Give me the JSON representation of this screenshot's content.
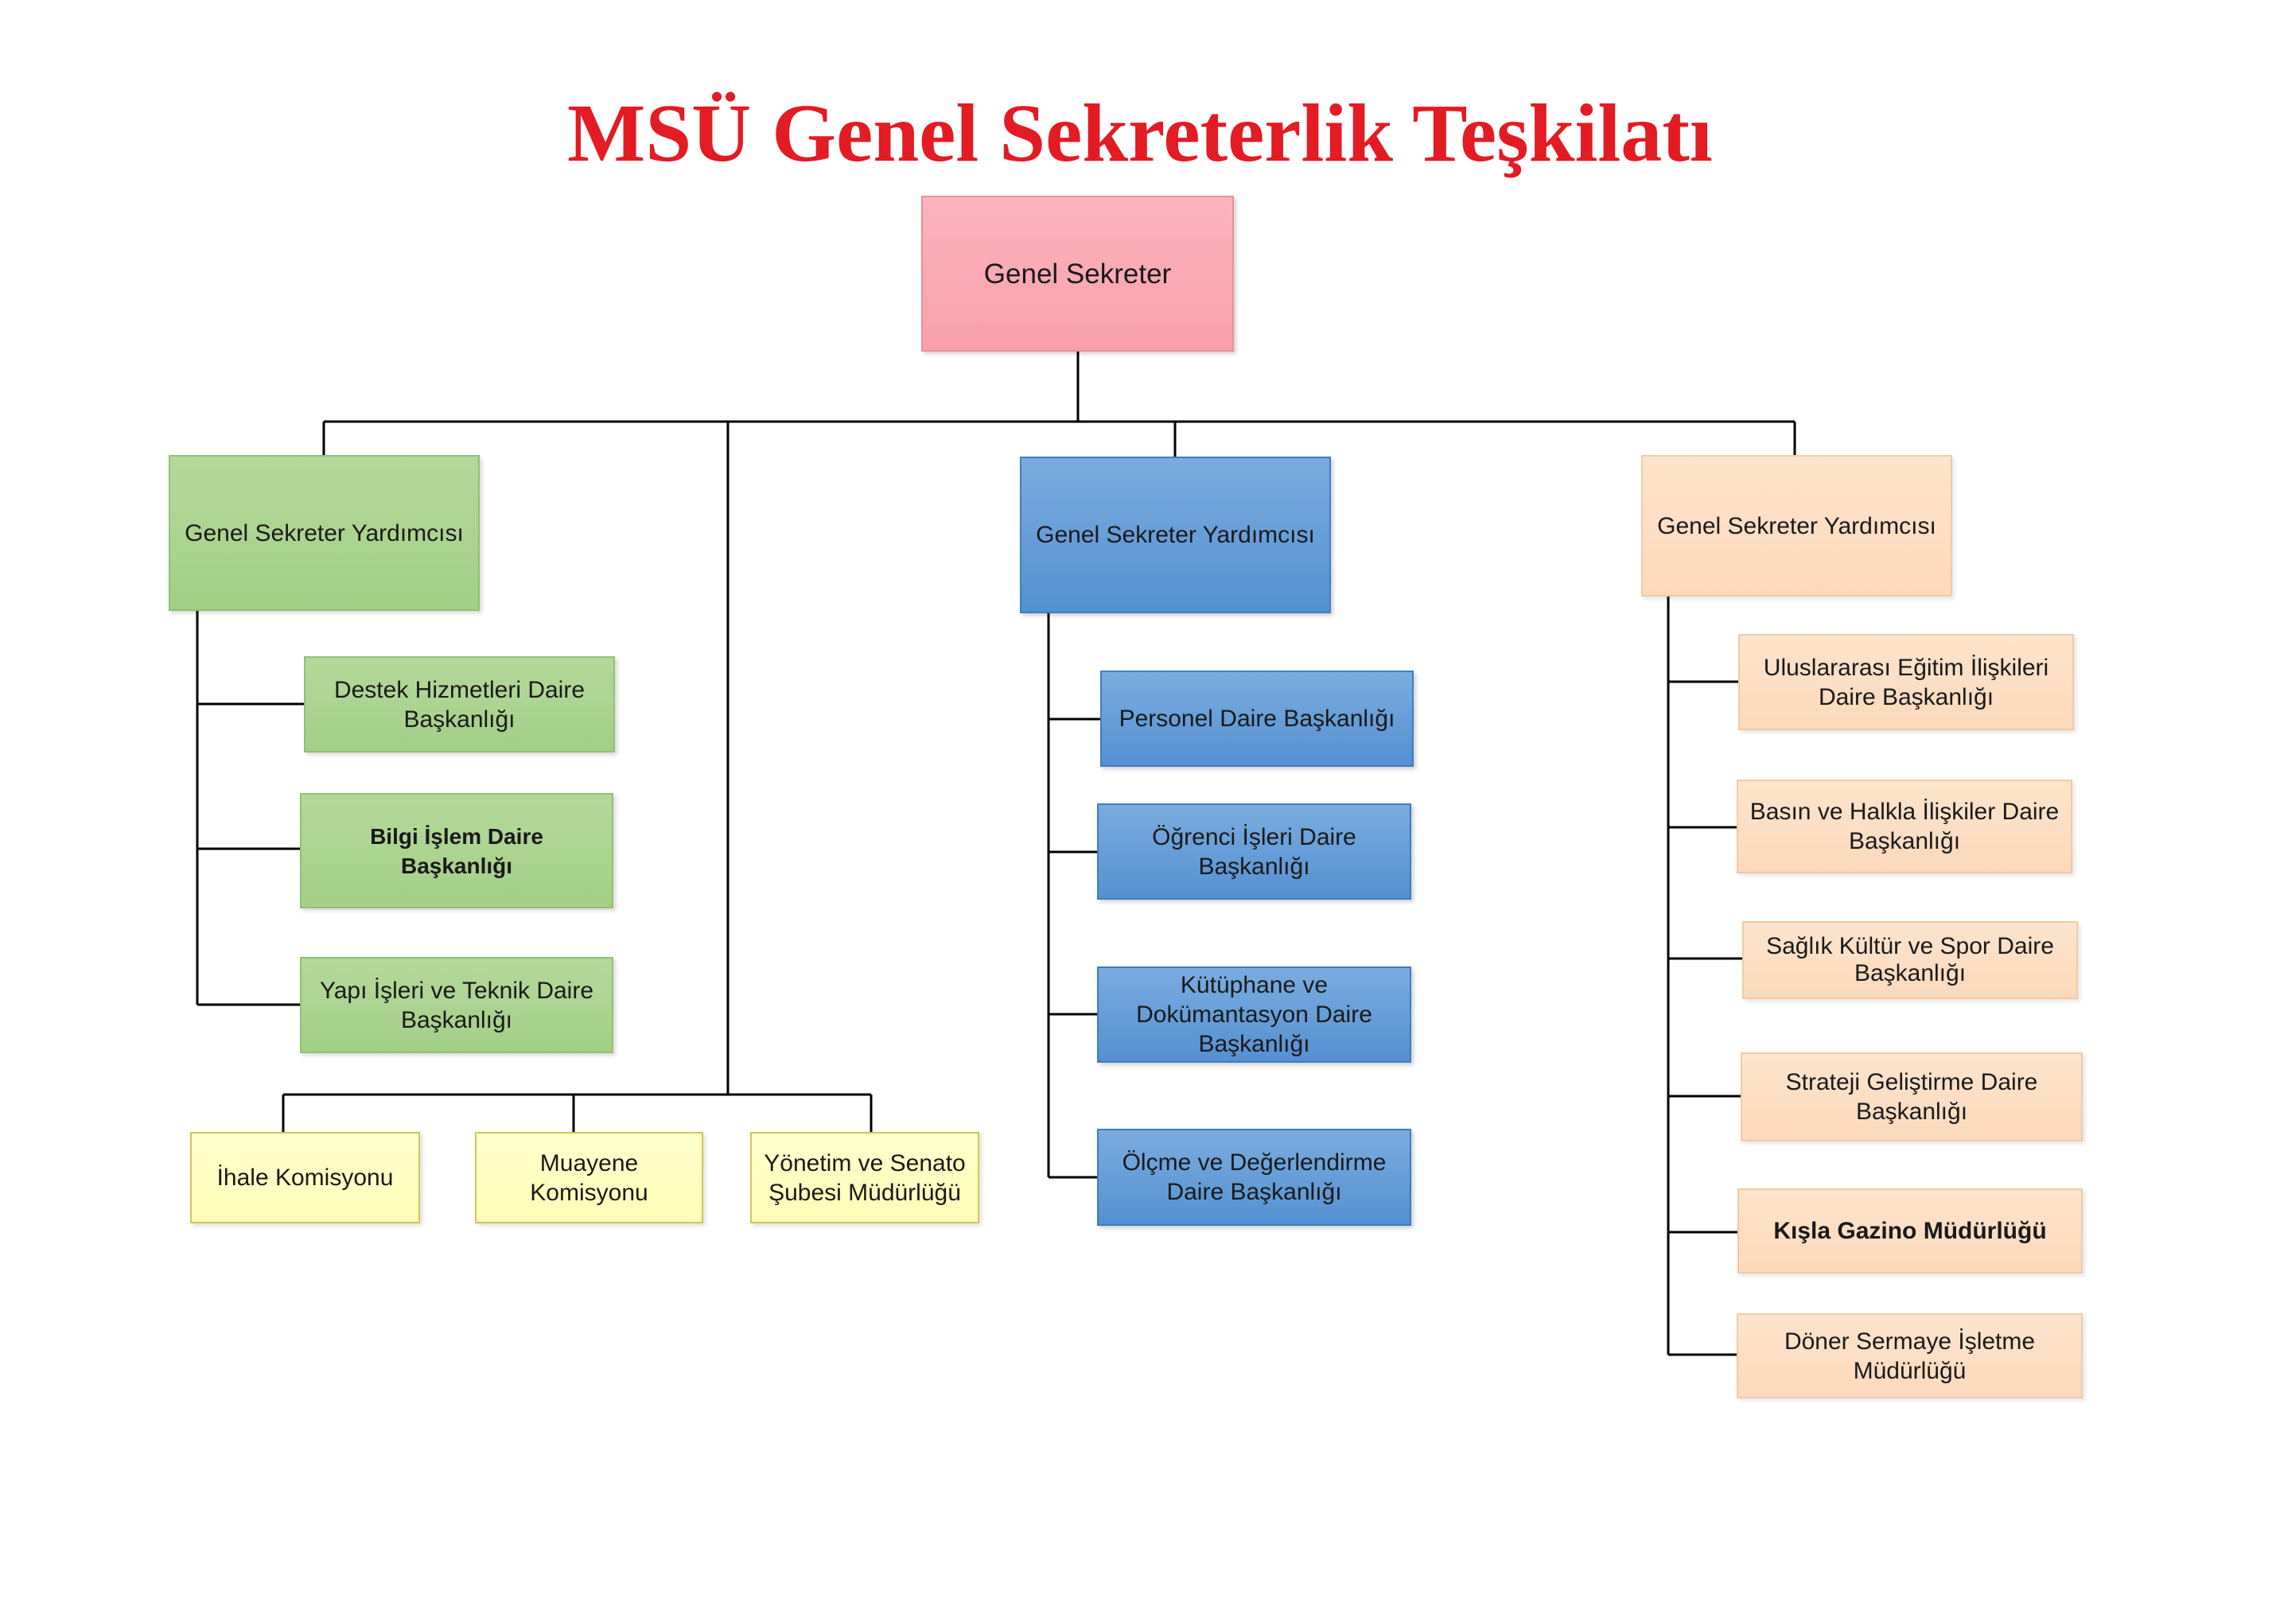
{
  "title": "MSÜ Genel Sekreterlik Teşkilatı",
  "colors": {
    "title": "#e31b23",
    "root": "#faa0aa",
    "green_branch": "#a3cf87",
    "blue_branch": "#5490d2",
    "peach_branch": "#fcd9bb",
    "commissions": "#fefdb8"
  },
  "root": {
    "label": "Genel Sekreter"
  },
  "deputies": {
    "left": "Genel Sekreter Yardımcısı",
    "middle": "Genel Sekreter Yardımcısı",
    "right": "Genel Sekreter Yardımcısı"
  },
  "left_units": [
    [
      "Destek Hizmetleri Daire",
      "Başkanlığı"
    ],
    [
      "Bilgi İşlem Daire Başkanlığı"
    ],
    [
      "Yapı İşleri ve Teknik Daire",
      "Başkanlığı"
    ]
  ],
  "commissions": [
    [
      "İhale Komisyonu"
    ],
    [
      "Muayene",
      "Komisyonu"
    ],
    [
      "Yönetim ve Senato",
      "Şubesi Müdürlüğü"
    ]
  ],
  "middle_units": [
    [
      "Personel Daire Başkanlığı"
    ],
    [
      "Öğrenci İşleri Daire",
      "Başkanlığı"
    ],
    [
      "Kütüphane ve",
      "Dokümantasyon Daire",
      "Başkanlığı"
    ],
    [
      "Ölçme ve Değerlendirme",
      "Daire Başkanlığı"
    ]
  ],
  "right_units": [
    [
      "Uluslararası Eğitim İlişkileri",
      "Daire Başkanlığı"
    ],
    [
      "Basın ve Halkla İlişkiler Daire",
      "Başkanlığı"
    ],
    [
      "Sağlık Kültür ve Spor Daire",
      "Başkanlığı"
    ],
    [
      "Strateji Geliştirme Daire",
      "Başkanlığı"
    ],
    [
      "Kışla Gazino Müdürlüğü"
    ],
    [
      "Döner Sermaye İşletme",
      "Müdürlüğü"
    ]
  ]
}
